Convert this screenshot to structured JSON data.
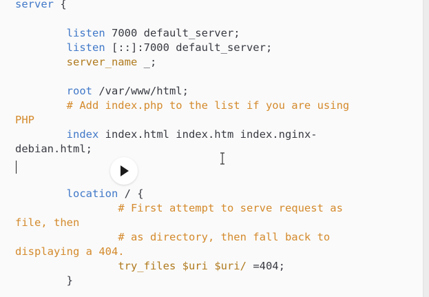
{
  "code": {
    "l1_kw": "server",
    "l1_rest": " {",
    "l2_kw": "listen",
    "l2_rest": " 7000 default_server;",
    "l3_kw": "listen",
    "l3_rest": " [::]:7000 default_server;",
    "l4_str": "server_name",
    "l4_rest": " _;",
    "l5_kw": "root",
    "l5_rest": " /var/www/html;",
    "l6_comment": "# Add index.php to the list if you are using",
    "l7_comment": "PHP",
    "l8_kw": "index",
    "l8_rest": " index.html index.htm index.nginx-",
    "l9_text": "debian.html;",
    "l10_kw": "location",
    "l10_rest": " / {",
    "l11_comment": "# First attempt to serve request as",
    "l12_comment": "file, then",
    "l13_comment": "# as directory, then fall back to",
    "l14_comment": "displaying a 404.",
    "l15_str": "try_files",
    "l15_var1": " $uri",
    "l15_var2": " $uri/",
    "l15_rest": " =404;",
    "l16_text": "}"
  },
  "colors": {
    "keyword": "#4078c8",
    "comment": "#d48a2c",
    "directive": "#b07a1e",
    "text": "#383a42",
    "background": "#fafafa"
  },
  "icons": {
    "play": "play-icon",
    "cursor": "text-cursor-icon"
  }
}
